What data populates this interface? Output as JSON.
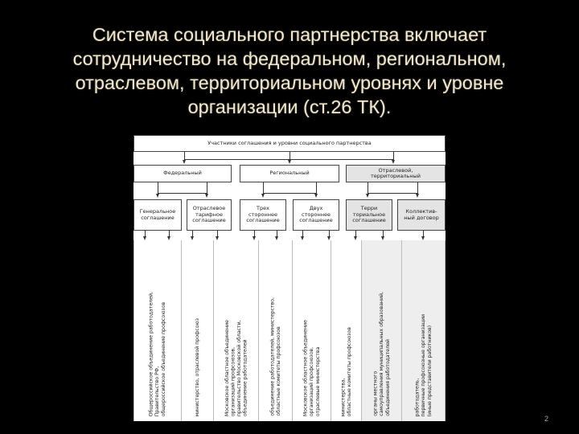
{
  "title": "Система социального партнерства включает сотрудничество на федеральном, региональном, отраслевом, территориальном уровнях и уровне организации (ст.26 ТК).",
  "diagram": {
    "header": "Участники соглашения и уровни социального партнерства",
    "levels": [
      {
        "label": "Федеральный"
      },
      {
        "label": "Региональный"
      },
      {
        "label": "Отраслевой,\nтерриториальный"
      }
    ],
    "agreements": [
      {
        "label": "Генеральное\nсоглашение"
      },
      {
        "label": "Отраслевое\nтарифное\nсоглашение"
      },
      {
        "label": "Трех\nстороннее\nсоглашение"
      },
      {
        "label": "Двух\nстороннее\nсоглашение"
      },
      {
        "label": "Терри\nториальное\nсоглашение"
      },
      {
        "label": "Коллектив-\nный договор"
      }
    ],
    "parties": [
      {
        "text": "Общероссийское объединение работодателей,\nПравительство РФ,\nобщероссийское объединение профсоюзов"
      },
      {
        "text": "министерство, отраслевой профсоюз"
      },
      {
        "text": "Московское областное объединение\nорганизаций профсоюзов,\nправительство Московской области,\nобъединение работодателей"
      },
      {
        "text": "объединение работодателей, министерство,\nобластные комитеты профсоюзов"
      },
      {
        "text": "Московское областное объединение\nорганизаций профсоюзов,\nотраслевые министерства"
      },
      {
        "text": "министерства,\nобластные комитеты профсоюзов"
      },
      {
        "text": "органы местного\nсамоуправления муниципальных образований,\nобъединения работодателей"
      },
      {
        "text": "работодатель,\nпервичные профсоюзные организации\n(иные представители работников)"
      }
    ]
  },
  "page_number": "2"
}
